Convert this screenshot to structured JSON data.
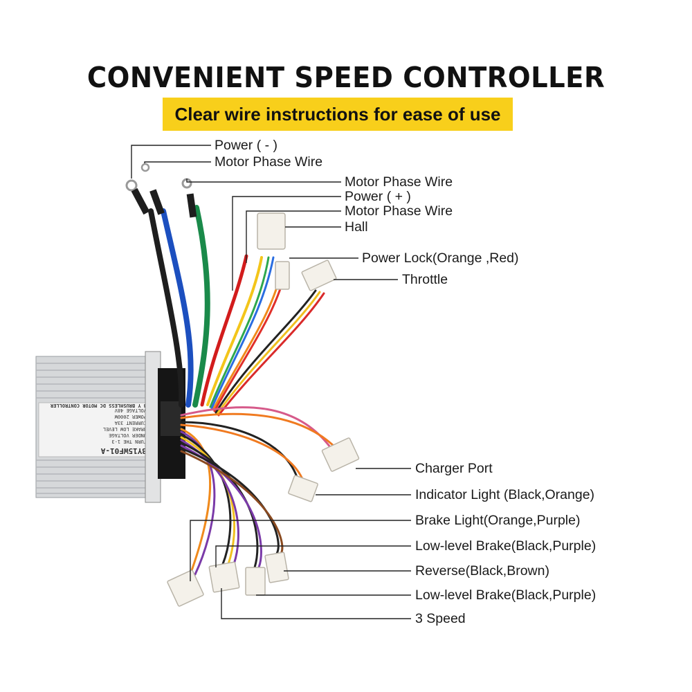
{
  "title": "CONVENIENT SPEED CONTROLLER",
  "subtitle": "Clear wire instructions for ease of use",
  "colors": {
    "banner": "#f8cf1b",
    "text": "#111111",
    "leader": "#222222"
  },
  "controller": {
    "model": "BY15WF01-A",
    "name": "B Y BRUSHLESS DC MOTOR CONTROLLER",
    "specs": [
      "VOLTAGE 48V",
      "POWER 2000W",
      "CURRENT 33A",
      "BRAKE LOW LEVEL",
      "UNDER VOLTAGE",
      "TURN THE 1-3"
    ]
  },
  "labels": {
    "power_neg": "Power ( - )",
    "motor_phase_1": "Motor Phase Wire",
    "motor_phase_2": "Motor Phase Wire",
    "power_pos": "Power ( + )",
    "motor_phase_3": "Motor Phase Wire",
    "hall": "Hall",
    "power_lock": "Power Lock(Orange ,Red)",
    "throttle": "Throttle",
    "charger_port": "Charger Port",
    "indicator_light": "Indicator Light (Black,Orange)",
    "brake_light": "Brake Light(Orange,Purple)",
    "low_brake_1": "Low-level Brake(Black,Purple)",
    "reverse": "Reverse(Black,Brown)",
    "low_brake_2": "Low-level Brake(Black,Purple)",
    "three_speed": "3 Speed"
  }
}
